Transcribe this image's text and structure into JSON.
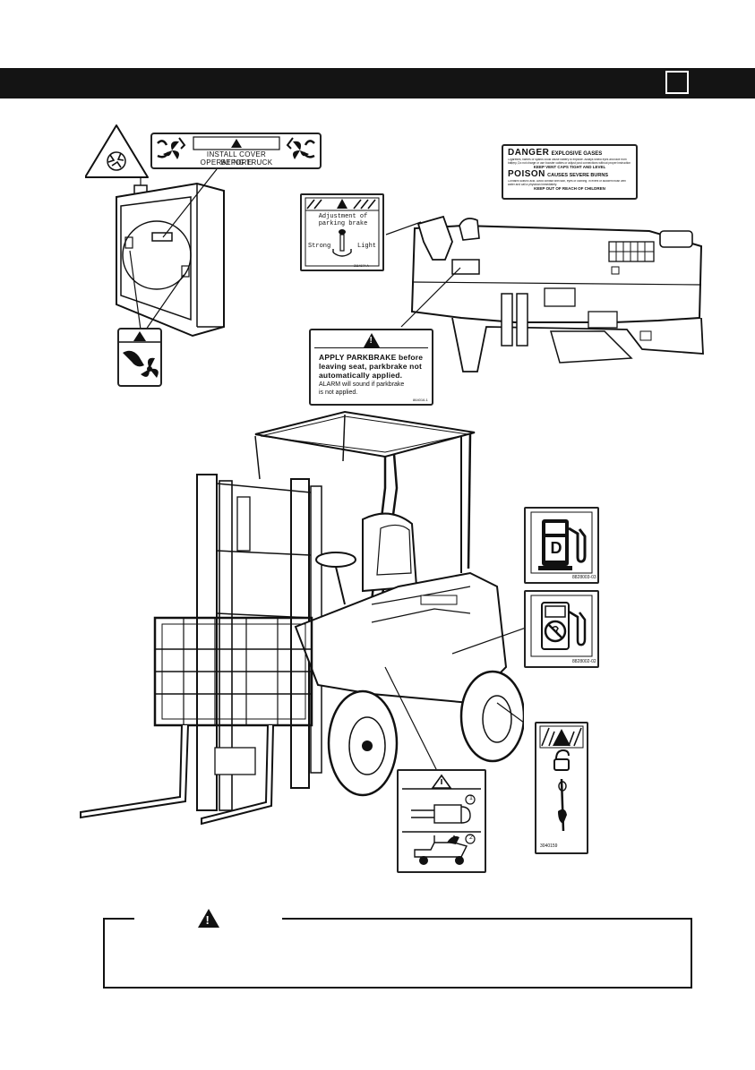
{
  "labels": {
    "cover_label": {
      "line1": "INSTALL COVER BEFORE",
      "line2": "OPERATING TRUCK"
    },
    "danger_label": {
      "heading1": "DANGER",
      "heading1_sub": "EXPLOSIVE GASES",
      "body1": "Cigarettes, flames or sparks could cause battery to explode. Always shield eyes and face from battery. Do not charge or use booster cables or adjust post connections without proper instruction and training.",
      "line_keep": "KEEP VENT CAPS TIGHT AND LEVEL",
      "heading2": "POISON",
      "heading2_sub": "CAUSES SEVERE BURNS",
      "body2": "Contains sulfuric acid. Avoid contact with skin, eyes or clothing. In event of accident flush with water and call a physician immediately.",
      "line_children": "KEEP OUT OF REACH OF CHILDREN"
    },
    "parking_brake_adjust": {
      "line1": "Adjustment of",
      "line2": "parking brake",
      "strong": "Strong",
      "light": "Light",
      "code": "3114174-A"
    },
    "apply_parkbrake": {
      "line1": "APPLY PARKBRAKE before",
      "line2": "leaving seat, parkbrake not",
      "line3": "automatically applied.",
      "line4": "ALARM will sound if parkbrake",
      "line5": "is not applied.",
      "code": "864016-1"
    },
    "fuel_diesel": {
      "letter": "D",
      "code": "8828003-03"
    },
    "fuel_no": {
      "code": "8828002-02"
    },
    "lock_label": {
      "code": "3040159"
    },
    "seat_label": {
      "num1": "1",
      "num2": "2"
    }
  },
  "colors": {
    "header": "#141414",
    "ink": "#111111",
    "paper": "#ffffff"
  }
}
